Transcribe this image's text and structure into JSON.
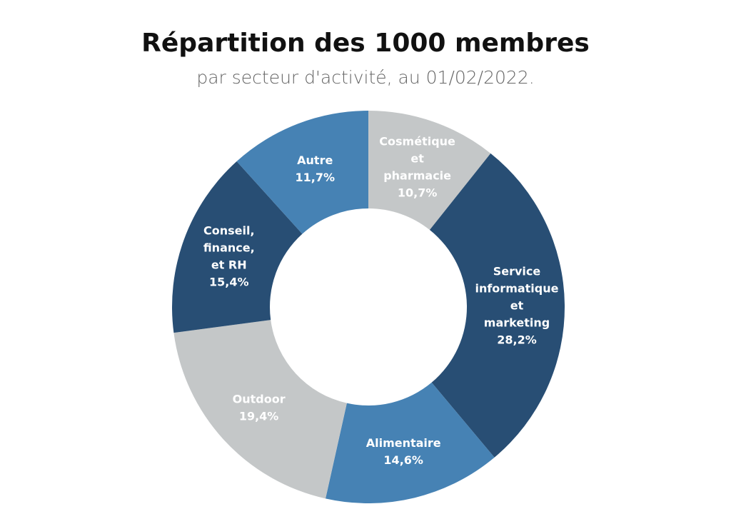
{
  "chart_data": {
    "type": "pie",
    "donut": true,
    "title": "Répartition des 1000 membres",
    "subtitle": "par secteur d'activité, au 01/02/2022.",
    "start": "top",
    "direction": "clockwise",
    "slices": [
      {
        "name": "Cosmétique et pharmacie",
        "lines": [
          "Cosmétique",
          "et",
          "pharmacie"
        ],
        "value": 10.7,
        "label": "10,7%",
        "color": "#c4c7c8"
      },
      {
        "name": "Service informatique et marketing",
        "lines": [
          "Service",
          "informatique",
          "et",
          "marketing"
        ],
        "value": 28.2,
        "label": "28,2%",
        "color": "#284e74"
      },
      {
        "name": "Alimentaire",
        "lines": [
          "Alimentaire"
        ],
        "value": 14.6,
        "label": "14,6%",
        "color": "#4682b4"
      },
      {
        "name": "Outdoor",
        "lines": [
          "Outdoor"
        ],
        "value": 19.4,
        "label": "19,4%",
        "color": "#c4c7c8"
      },
      {
        "name": "Conseil, finance, et RH",
        "lines": [
          "Conseil,",
          "finance,",
          "et RH"
        ],
        "value": 15.4,
        "label": "15,4%",
        "color": "#284e74"
      },
      {
        "name": "Autre",
        "lines": [
          "Autre"
        ],
        "value": 11.7,
        "label": "11,7%",
        "color": "#4682b4"
      }
    ]
  }
}
